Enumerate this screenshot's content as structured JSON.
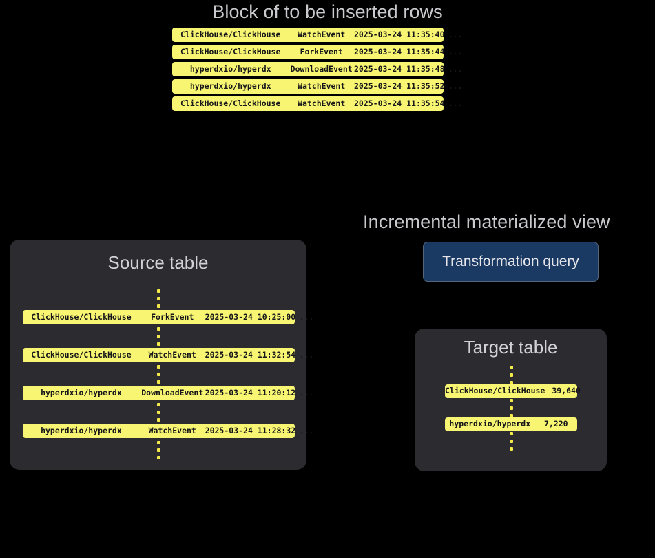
{
  "block": {
    "heading": "Block of to be inserted rows",
    "rows": [
      {
        "repo": "ClickHouse/ClickHouse",
        "event": "WatchEvent",
        "timestamp": "2025-03-24 11:35:40",
        "more": "..."
      },
      {
        "repo": "ClickHouse/ClickHouse",
        "event": "ForkEvent",
        "timestamp": "2025-03-24 11:35:44",
        "more": "..."
      },
      {
        "repo": "hyperdxio/hyperdx",
        "event": "DownloadEvent",
        "timestamp": "2025-03-24 11:35:48",
        "more": "..."
      },
      {
        "repo": "hyperdxio/hyperdx",
        "event": "WatchEvent",
        "timestamp": "2025-03-24 11:35:52",
        "more": "..."
      },
      {
        "repo": "ClickHouse/ClickHouse",
        "event": "WatchEvent",
        "timestamp": "2025-03-24 11:35:54",
        "more": "..."
      }
    ]
  },
  "source_table": {
    "title": "Source table",
    "rows": [
      {
        "repo": "ClickHouse/ClickHouse",
        "event": "ForkEvent",
        "timestamp": "2025-03-24 10:25:00",
        "more": "..."
      },
      {
        "repo": "ClickHouse/ClickHouse",
        "event": "WatchEvent",
        "timestamp": "2025-03-24 11:32:54",
        "more": "..."
      },
      {
        "repo": "hyperdxio/hyperdx",
        "event": "DownloadEvent",
        "timestamp": "2025-03-24 11:20:12",
        "more": "..."
      },
      {
        "repo": "hyperdxio/hyperdx",
        "event": "WatchEvent",
        "timestamp": "2025-03-24 11:28:32",
        "more": "..."
      }
    ]
  },
  "materialized_view": {
    "heading": "Incremental materialized view",
    "query_label": "Transformation query"
  },
  "target_table": {
    "title": "Target table",
    "rows": [
      {
        "repo": "ClickHouse/ClickHouse",
        "count": "39,640"
      },
      {
        "repo": "hyperdxio/hyperdx",
        "count": "7,220"
      }
    ]
  },
  "colors": {
    "background": "#000000",
    "card": "#2b2b30",
    "pill": "#f7f571",
    "pill_text": "#16161a",
    "dot": "#f2e94a",
    "heading_text": "#c9c9ce",
    "query_fill": "#1b3a63",
    "query_border": "#55657a"
  }
}
